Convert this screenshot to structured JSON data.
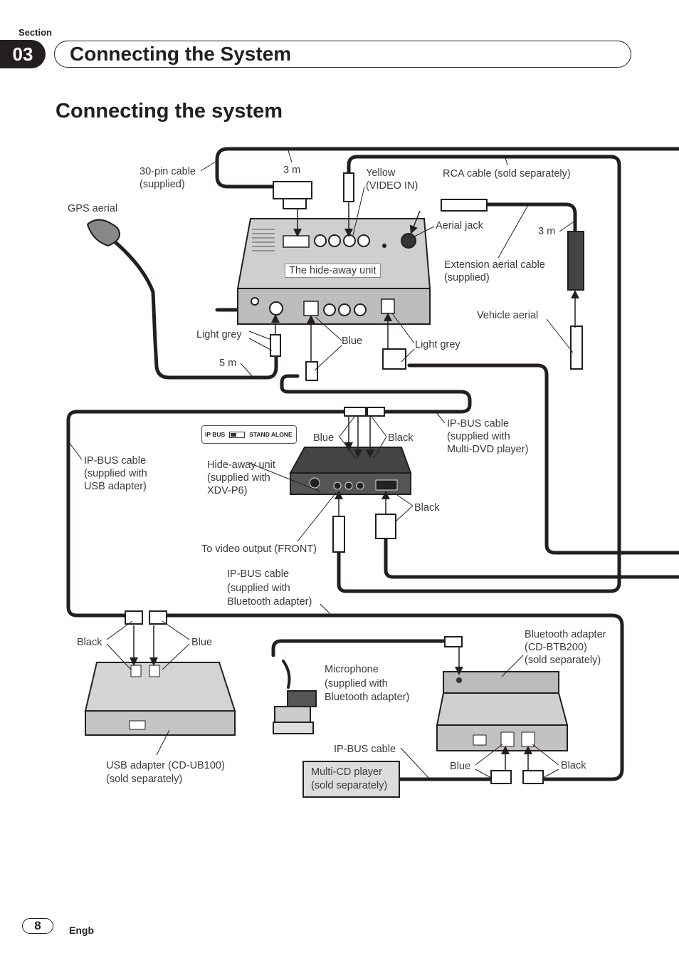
{
  "header": {
    "section_label": "Section",
    "section_number": "03",
    "section_title": "Connecting the System"
  },
  "page_heading": "Connecting the system",
  "labels": {
    "pin30_cable": "30-pin cable\n(supplied)",
    "gps_aerial": "GPS aerial",
    "len_3m_top": "3 m",
    "yellow": "Yellow\n(VIDEO IN)",
    "rca_cable": "RCA cable (sold separately)",
    "aerial_jack": "Aerial jack",
    "len_3m_right": "3 m",
    "hide_away_unit": "The hide-away unit",
    "extension_aerial": "Extension aerial cable\n(supplied)",
    "vehicle_aerial": "Vehicle aerial",
    "light_grey_left": "Light grey",
    "blue_top": "Blue",
    "light_grey_right": "Light grey",
    "len_5m": "5 m",
    "ipbus_dvd": "IP-BUS cable\n(supplied with\nMulti-DVD player)",
    "blue_mid": "Blue",
    "black_mid": "Black",
    "ipbus_usb": "IP-BUS cable\n(supplied with\nUSB adapter)",
    "hideaway_xdv": "Hide-away unit\n(supplied with\nXDV-P6)",
    "black_right": "Black",
    "video_output": "To video output (FRONT)",
    "ipbus_bt": "IP-BUS cable\n(supplied with\nBluetooth adapter)",
    "black_usb": "Black",
    "blue_usb": "Blue",
    "bt_adapter": "Bluetooth adapter\n(CD-BTB200)\n(sold separately)",
    "microphone": "Microphone\n(supplied with\nBluetooth adapter)",
    "usb_adapter": "USB adapter (CD-UB100)\n(sold separately)",
    "ipbus_cable": "IP-BUS cable",
    "multi_cd": "Multi-CD player\n(sold separately)",
    "blue_bt": "Blue",
    "black_bt": "Black"
  },
  "switch": {
    "ip_bus": "IP BUS",
    "stand_alone": "STAND ALONE"
  },
  "footer": {
    "page_number": "8",
    "language": "Engb"
  }
}
